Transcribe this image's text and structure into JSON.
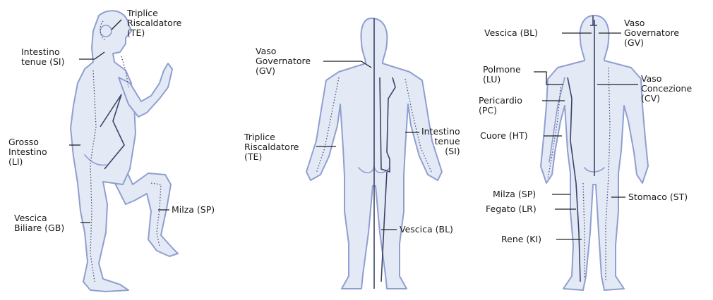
{
  "figures": [
    {
      "view": "side",
      "labels": [
        {
          "key": "te",
          "text": "Triplice\nRiscaldatore\n(TE)"
        },
        {
          "key": "si",
          "text": "Intestino\ntenue (SI)"
        },
        {
          "key": "li",
          "text": "Grosso\nIntestino\n(LI)"
        },
        {
          "key": "gb",
          "text": "Vescica\nBiliare (GB)"
        },
        {
          "key": "sp",
          "text": "Milza (SP)"
        }
      ]
    },
    {
      "view": "back",
      "labels": [
        {
          "key": "gv",
          "text": "Vaso\nGovernatore\n(GV)"
        },
        {
          "key": "te",
          "text": "Triplice\nRiscaldatore\n(TE)"
        },
        {
          "key": "si",
          "text": "Intestino\ntenue\n(SI)"
        },
        {
          "key": "bl",
          "text": "Vescica (BL)"
        }
      ]
    },
    {
      "view": "front",
      "labels": [
        {
          "key": "bl",
          "text": "Vescica (BL)"
        },
        {
          "key": "gv",
          "text": "Vaso\nGovernatore\n(GV)"
        },
        {
          "key": "lu",
          "text": "Polmone\n(LU)"
        },
        {
          "key": "cv",
          "text": "Vaso\nConcezione\n(CV)"
        },
        {
          "key": "pc",
          "text": "Pericardio\n(PC)"
        },
        {
          "key": "ht",
          "text": "Cuore (HT)"
        },
        {
          "key": "sp",
          "text": "Milza (SP)"
        },
        {
          "key": "st",
          "text": "Stomaco (ST)"
        },
        {
          "key": "lr",
          "text": "Fegato (LR)"
        },
        {
          "key": "ki",
          "text": "Rene (KI)"
        }
      ]
    }
  ],
  "colors": {
    "body_fill": "#e4e9f6",
    "body_outline": "#8f9fd0",
    "meridian": "#3c4466",
    "label_text": "#1a1a1a"
  }
}
